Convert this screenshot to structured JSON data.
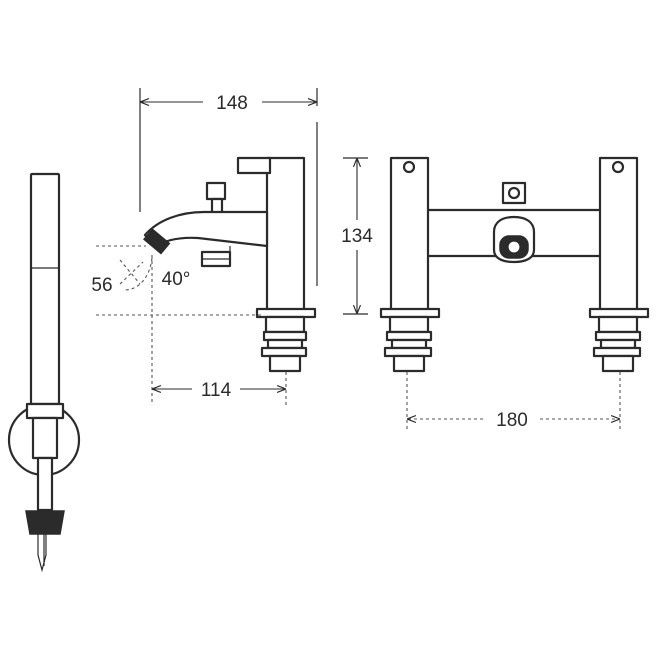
{
  "dimensions": {
    "overall_width": "148",
    "overall_height": "134",
    "spout_drop": "56",
    "spout_angle": "40°",
    "spout_reach": "114",
    "tap_centres": "180"
  }
}
